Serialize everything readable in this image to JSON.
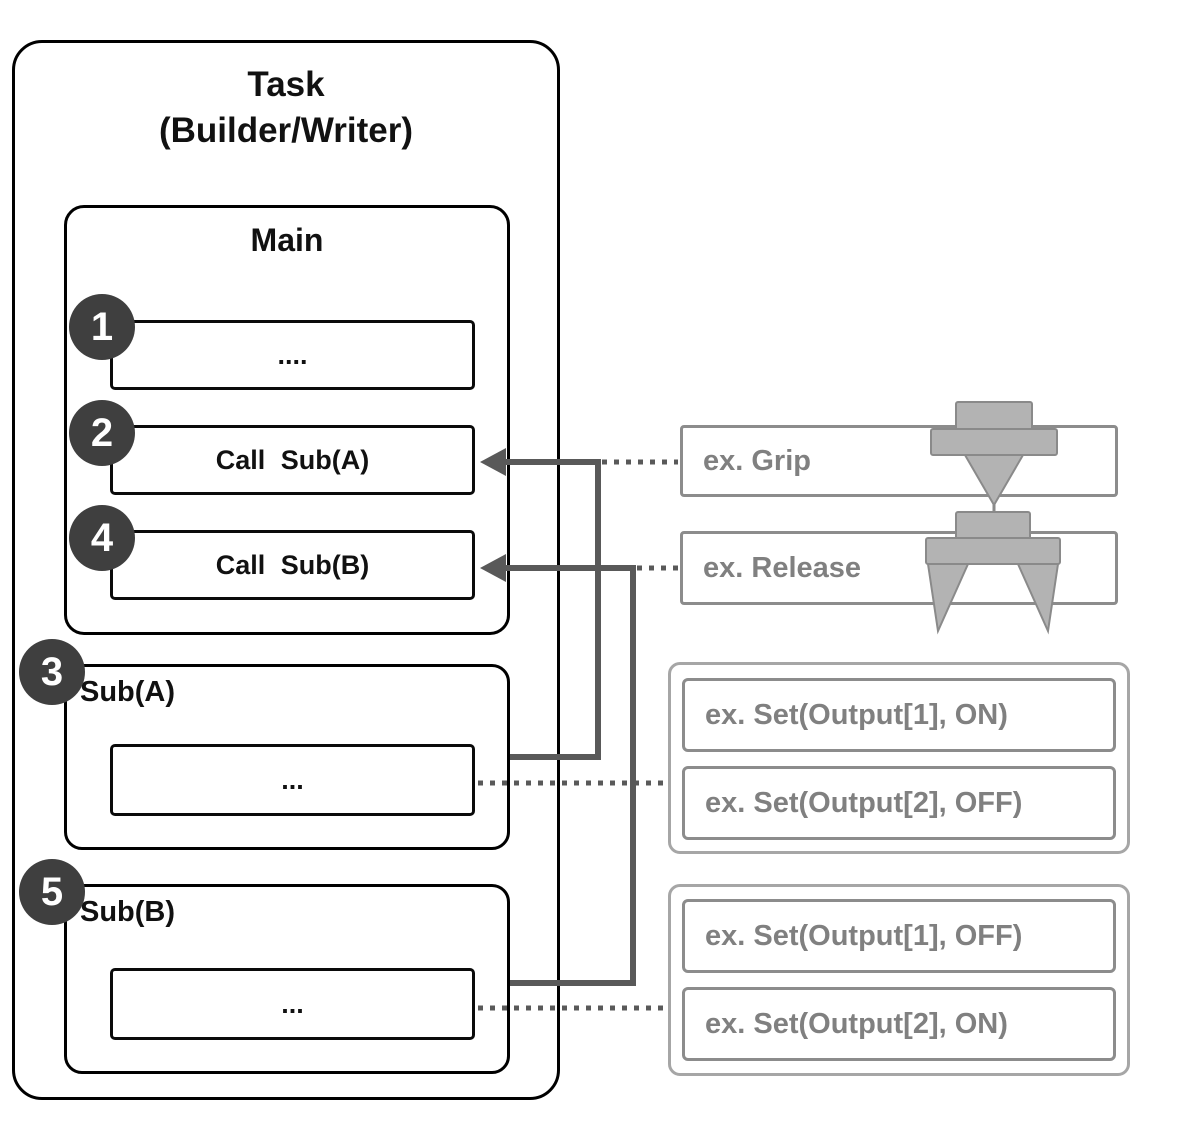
{
  "task": {
    "title_line1": "Task",
    "title_line2": "(Builder/Writer)",
    "main": {
      "title": "Main",
      "steps": [
        {
          "num": "1",
          "label": "...."
        },
        {
          "num": "2",
          "label": "Call Sub(A)"
        },
        {
          "num": "4",
          "label": "Call Sub(B)"
        }
      ]
    },
    "sub_a": {
      "num": "3",
      "title": "Sub(A)",
      "body": "..."
    },
    "sub_b": {
      "num": "5",
      "title": "Sub(B)",
      "body": "..."
    }
  },
  "examples": {
    "grip": "ex. Grip",
    "release": "ex. Release",
    "sub_a": [
      "ex. Set(Output[1], ON)",
      "ex. Set(Output[2], OFF)"
    ],
    "sub_b": [
      "ex. Set(Output[1], OFF)",
      "ex. Set(Output[2], ON)"
    ]
  },
  "icons": {
    "grip": "gripper-closed-icon",
    "release": "gripper-open-icon"
  },
  "colors": {
    "circle_bg": "#3f3f3f",
    "connector": "#595959",
    "example_border": "#8c8c8c",
    "example_text": "#808080",
    "gripper_fill": "#b3b3b3",
    "gripper_stroke": "#8a8a8a"
  }
}
